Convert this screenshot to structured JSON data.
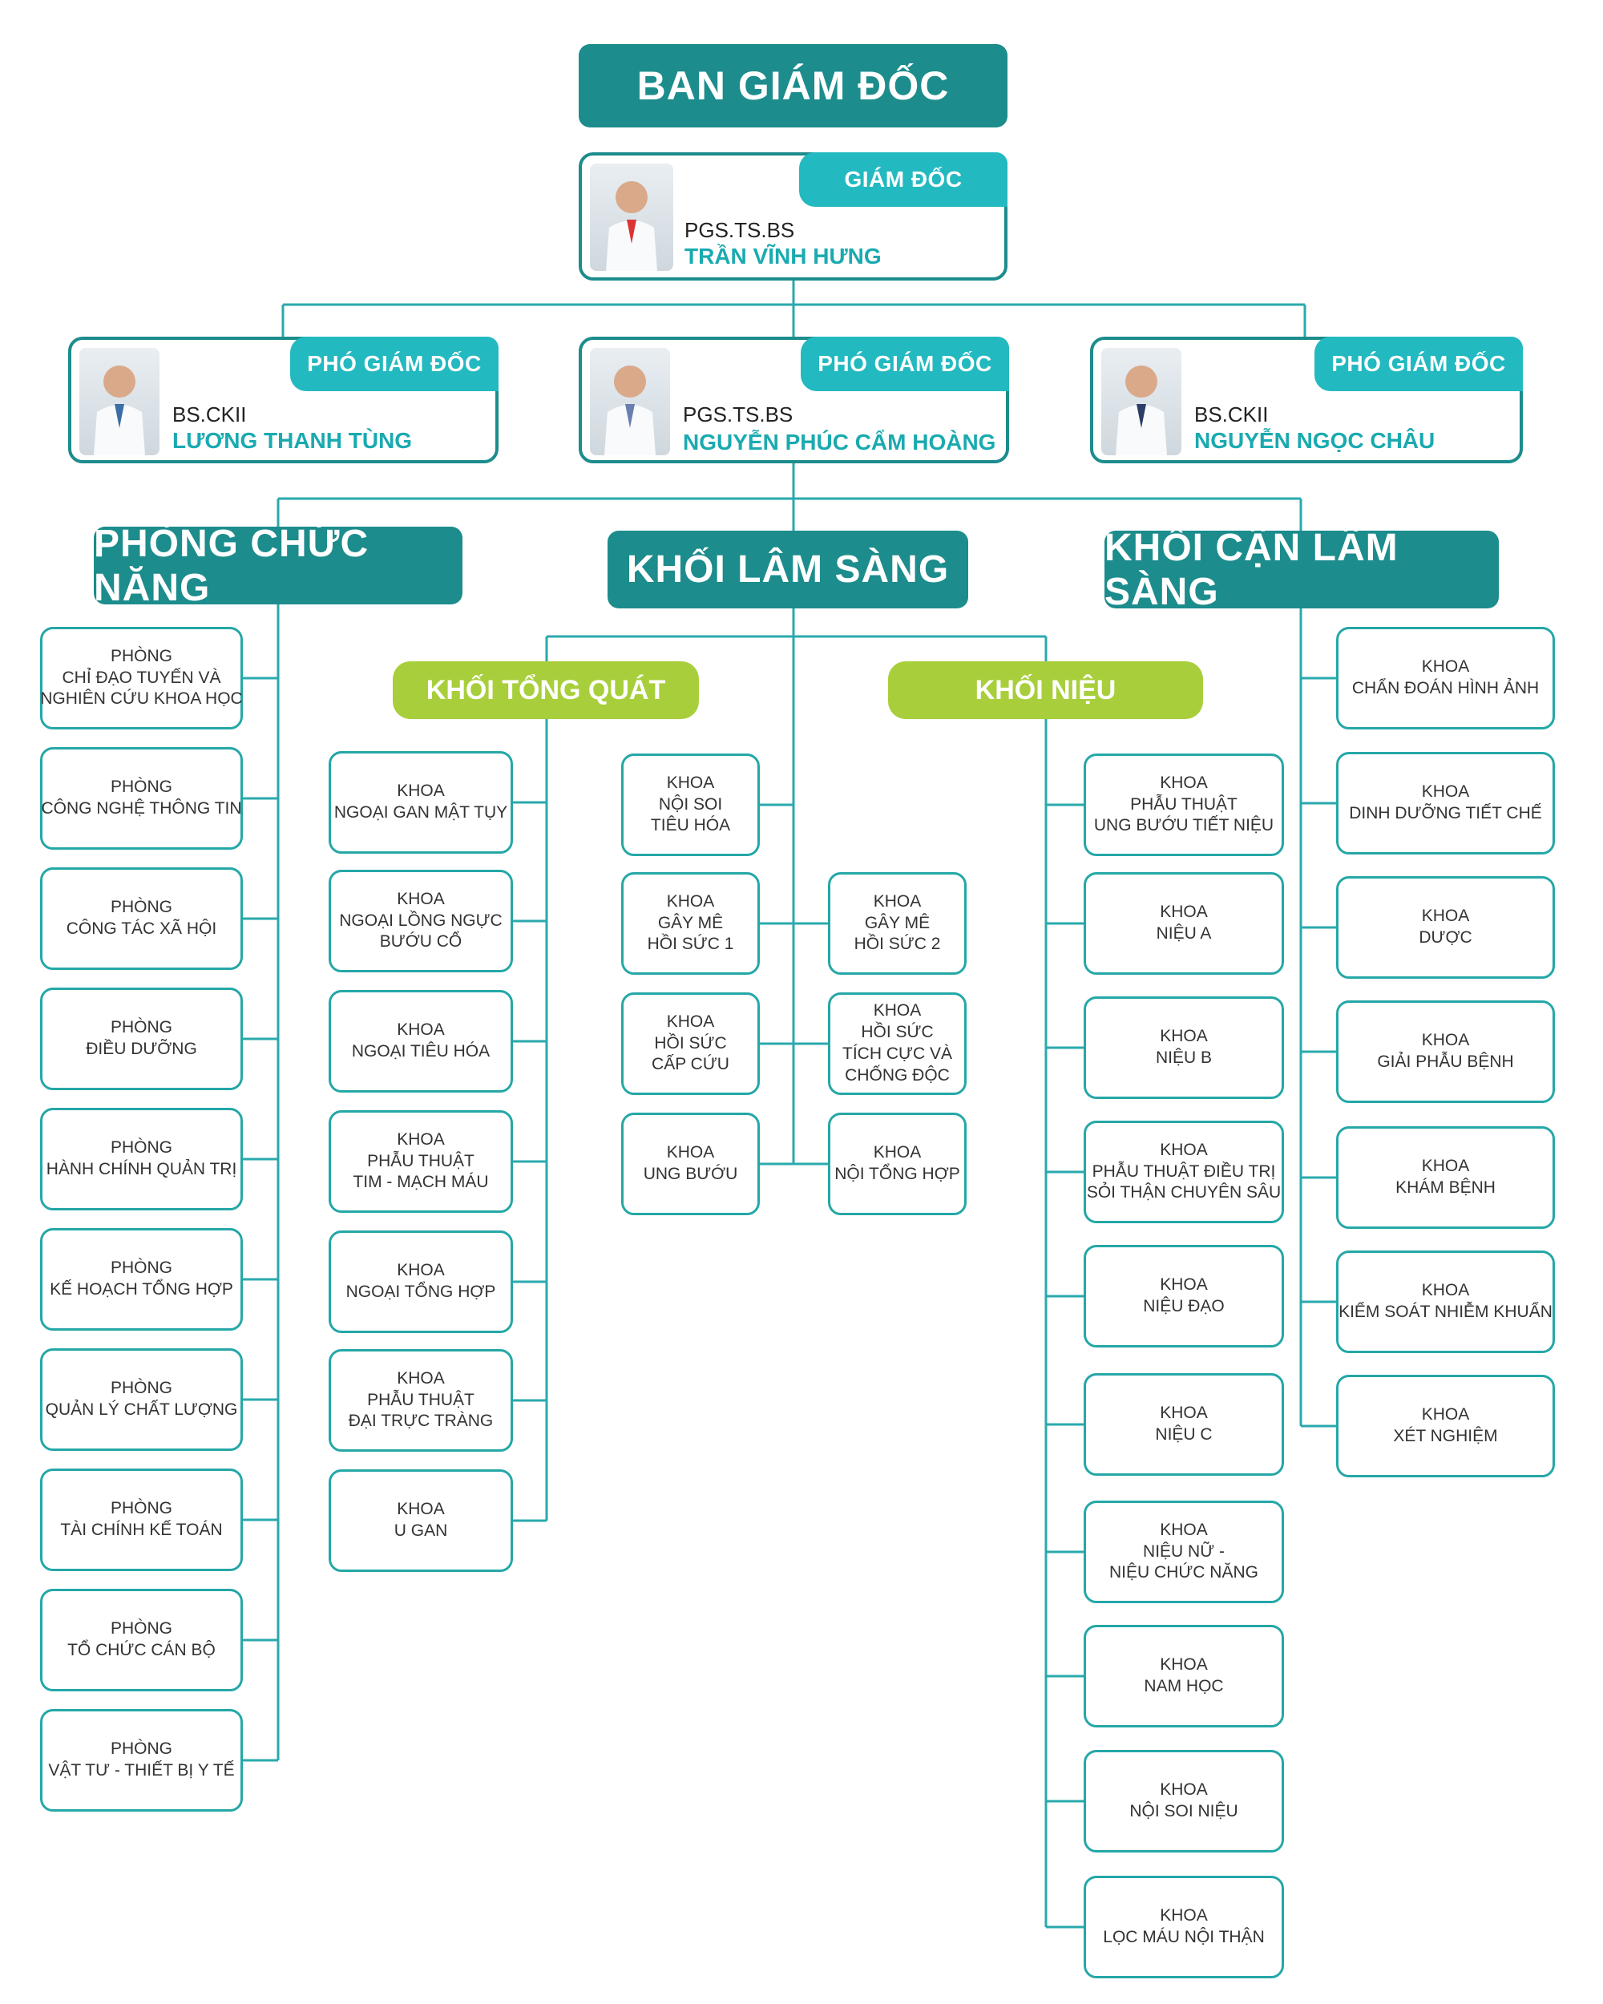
{
  "board": {
    "title": "BAN GIÁM ĐỐC"
  },
  "director": {
    "role": "GIÁM ĐỐC",
    "degree": "PGS.TS.BS",
    "name": "TRẦN VĨNH HƯNG"
  },
  "deputies": [
    {
      "role": "PHÓ GIÁM ĐỐC",
      "degree": "BS.CKII",
      "name": "LƯƠNG THANH TÙNG"
    },
    {
      "role": "PHÓ GIÁM ĐỐC",
      "degree": "PGS.TS.BS",
      "name": "NGUYỄN PHÚC CẨM HOÀNG"
    },
    {
      "role": "PHÓ GIÁM ĐỐC",
      "degree": "BS.CKII",
      "name": "NGUYỄN NGỌC CHÂU"
    }
  ],
  "groups": {
    "functional": "PHÒNG CHỨC NĂNG",
    "clinical": "KHỐI LÂM SÀNG",
    "paraclinical": "KHỐI CẬN LÂM SÀNG",
    "general": "KHỐI TỔNG QUÁT",
    "urology": "KHỐI NIỆU"
  },
  "functional_rooms": [
    [
      "PHÒNG",
      "CHỈ ĐẠO TUYẾN VÀ",
      "NGHIÊN CỨU KHOA HỌC"
    ],
    [
      "PHÒNG",
      "CÔNG NGHỆ THÔNG TIN"
    ],
    [
      "PHÒNG",
      "CÔNG TÁC XÃ HỘI"
    ],
    [
      "PHÒNG",
      "ĐIỀU DƯỠNG"
    ],
    [
      "PHÒNG",
      "HÀNH CHÍNH QUẢN TRỊ"
    ],
    [
      "PHÒNG",
      "KẾ HOẠCH TỔNG HỢP"
    ],
    [
      "PHÒNG",
      "QUẢN LÝ CHẤT LƯỢNG"
    ],
    [
      "PHÒNG",
      "TÀI CHÍNH KẾ TOÁN"
    ],
    [
      "PHÒNG",
      "TỔ CHỨC CÁN BỘ"
    ],
    [
      "PHÒNG",
      "VẬT TƯ - THIẾT BỊ Y TẾ"
    ]
  ],
  "general_depts": [
    [
      "KHOA",
      "NGOẠI GAN MẬT TỤY"
    ],
    [
      "KHOA",
      "NGOẠI LỒNG NGỰC",
      "BƯỚU CỔ"
    ],
    [
      "KHOA",
      "NGOẠI TIÊU HÓA"
    ],
    [
      "KHOA",
      "PHẪU THUẬT",
      "TIM - MẠCH MÁU"
    ],
    [
      "KHOA",
      "NGOẠI TỔNG HỢP"
    ],
    [
      "KHOA",
      "PHẪU THUẬT",
      "ĐẠI TRỰC TRÀNG"
    ],
    [
      "KHOA",
      "U GAN"
    ]
  ],
  "center_left": [
    [
      "KHOA",
      "NỘI SOI",
      "TIÊU HÓA"
    ],
    [
      "KHOA",
      "GÂY MÊ",
      "HỒI SỨC 1"
    ],
    [
      "KHOA",
      "HỒI SỨC",
      "CẤP CỨU"
    ],
    [
      "KHOA",
      "UNG BƯỚU"
    ]
  ],
  "center_right": [
    [
      "KHOA",
      "GÂY MÊ",
      "HỒI SỨC 2"
    ],
    [
      "KHOA",
      "HỒI SỨC",
      "TÍCH CỰC VÀ",
      "CHỐNG ĐỘC"
    ],
    [
      "KHOA",
      "NỘI TỔNG HỢP"
    ]
  ],
  "urology_depts": [
    [
      "KHOA",
      "PHẪU THUẬT",
      "UNG BƯỚU TIẾT NIỆU"
    ],
    [
      "KHOA",
      "NIỆU A"
    ],
    [
      "KHOA",
      "NIỆU B"
    ],
    [
      "KHOA",
      "PHẪU THUẬT ĐIỀU TRỊ",
      "SỎI THẬN CHUYÊN SÂU"
    ],
    [
      "KHOA",
      "NIỆU ĐẠO"
    ],
    [
      "KHOA",
      "NIỆU C"
    ],
    [
      "KHOA",
      "NIỆU NỮ -",
      "NIỆU CHỨC NĂNG"
    ],
    [
      "KHOA",
      "NAM HỌC"
    ],
    [
      "KHOA",
      "NỘI SOI NIỆU"
    ],
    [
      "KHOA",
      "LỌC MÁU NỘI THẬN"
    ]
  ],
  "paraclinical_depts": [
    [
      "KHOA",
      "CHẨN ĐOÁN HÌNH ẢNH"
    ],
    [
      "KHOA",
      "DINH DƯỠNG TIẾT CHẾ"
    ],
    [
      "KHOA",
      "DƯỢC"
    ],
    [
      "KHOA",
      "GIẢI PHẪU BỆNH"
    ],
    [
      "KHOA",
      "KHÁM BỆNH"
    ],
    [
      "KHOA",
      "KIỂM SOÁT NHIỄM KHUẨN"
    ],
    [
      "KHOA",
      "XÉT NGHIỆM"
    ]
  ],
  "colors": {
    "dark_teal": "#1c8c8c",
    "cyan": "#23b9c0",
    "green": "#a8cf3b",
    "line": "#25a7a7"
  }
}
